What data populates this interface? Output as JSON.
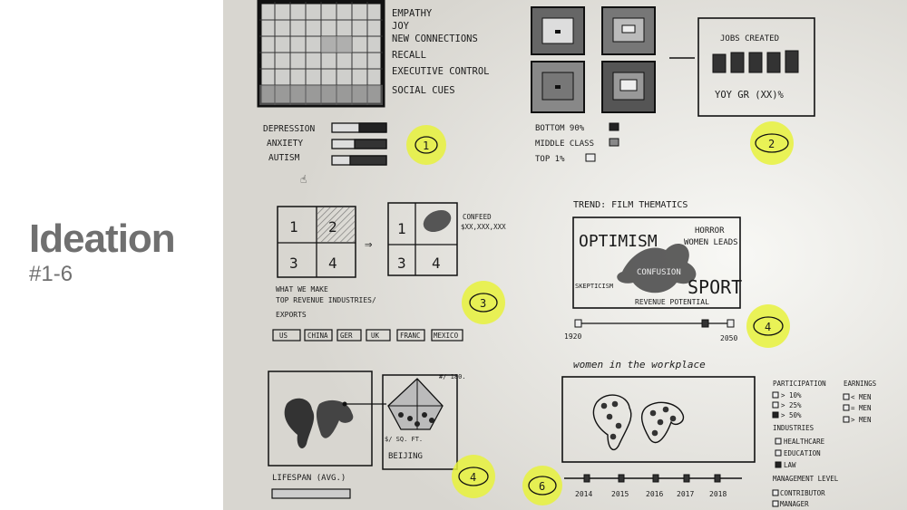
{
  "slide": {
    "title": "Ideation",
    "subtitle": "#1-6"
  },
  "sketch1": {
    "legend": [
      "EMPATHY",
      "JOY",
      "NEW CONNECTIONS",
      "RECALL",
      "EXECUTIVE CONTROL",
      "SOCIAL CUES"
    ],
    "conditions": [
      "DEPRESSION",
      "ANXIETY",
      "AUTISM"
    ],
    "number": "1"
  },
  "sketch2": {
    "jobs_title": "JOBS CREATED",
    "yoy": "YOY GR (XX)%",
    "legend": [
      "BOTTOM 90%",
      "MIDDLE CLASS",
      "TOP 1%"
    ],
    "number": "2"
  },
  "sketch3": {
    "cells_a": [
      "1",
      "2",
      "3",
      "4"
    ],
    "cells_b": [
      "1",
      "3",
      "4"
    ],
    "arrow": "⇒",
    "note_lines": [
      "CONFEED",
      "$XX,XXX,XXX"
    ],
    "caption_lines": [
      "WHAT WE MAKE",
      "TOP REVENUE INDUSTRIES/",
      "EXPORTS"
    ],
    "buttons": [
      "US",
      "CHINA",
      "GER",
      "UK",
      "FRANC",
      "MEXICO"
    ],
    "number": "3"
  },
  "sketch4a": {
    "title": "TREND: FILM THEMATICS",
    "words": [
      "OPTIMISM",
      "HORROR",
      "WOMEN LEADS",
      "CONFUSION",
      "SKEPTICISM",
      "SPORT"
    ],
    "revenue_label": "REVENUE POTENTIAL",
    "timeline_start": "1920",
    "timeline_end": "2050",
    "number": "4"
  },
  "sketch4b": {
    "price_label": "$/ SQ. FT.",
    "corner_label": "#/ 180.",
    "city": "BEIJING",
    "lifespan": "LIFESPAN (AVG.)",
    "number": "4"
  },
  "sketch6": {
    "title": "women in the workplace",
    "years": [
      "2014",
      "2015",
      "2016",
      "2017",
      "2018"
    ],
    "participation_label": "PARTICIPATION",
    "participation": [
      "> 10%",
      "> 25%",
      "> 50%"
    ],
    "earnings_label": "EARNINGS",
    "earnings": [
      "< MEN",
      "= MEN",
      "> MEN"
    ],
    "industries_label": "INDUSTRIES",
    "industries": [
      "HEALTHCARE",
      "EDUCATION",
      "LAW"
    ],
    "management_label": "MANAGEMENT LEVEL",
    "management": [
      "CONTRIBUTOR",
      "MANAGER"
    ],
    "number": "6"
  }
}
